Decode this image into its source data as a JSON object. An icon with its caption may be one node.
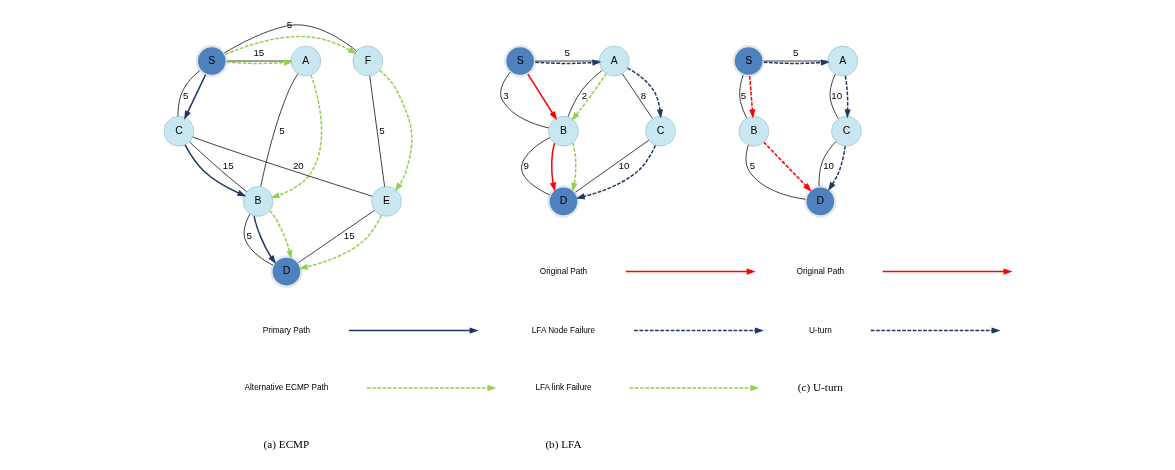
{
  "diagram": {
    "nodes": [
      {
        "text": [
          "A"
        ]
      },
      {
        "text": [
          "S"
        ]
      },
      {
        "text": [
          "F"
        ]
      },
      {
        "text": [
          "C"
        ]
      },
      {
        "text": [
          "B"
        ]
      },
      {
        "text": [
          "E"
        ]
      },
      {
        "text": [
          "D"
        ]
      },
      {
        "text": [
          "S"
        ]
      },
      {
        "text": [
          "A"
        ]
      },
      {
        "text": [
          "B"
        ]
      },
      {
        "text": [
          "C"
        ]
      },
      {
        "text": [
          "D"
        ]
      },
      {
        "text": [
          "S"
        ]
      },
      {
        "text": [
          "A"
        ]
      },
      {
        "text": [
          "B"
        ]
      },
      {
        "text": [
          "C"
        ]
      },
      {
        "text": [
          "D"
        ]
      }
    ],
    "edges": [
      {
        "from": 1,
        "to": 0,
        "arrow": "none",
        "label": "15"
      },
      {
        "from": 1,
        "to": 2,
        "arrow": "none",
        "label": "5"
      },
      {
        "from": 1,
        "to": 3,
        "arrow": "none",
        "label": "5"
      },
      {
        "from": 0,
        "to": 4,
        "arrow": "none",
        "label": "5"
      },
      {
        "from": 2,
        "to": 5,
        "arrow": "none",
        "label": "5"
      },
      {
        "from": 3,
        "to": 4,
        "arrow": "none",
        "label": "15"
      },
      {
        "from": 3,
        "to": 5,
        "arrow": "none",
        "label": "20"
      },
      {
        "from": 4,
        "to": 6,
        "arrow": "none",
        "label": "5"
      },
      {
        "from": 5,
        "to": 6,
        "arrow": "none",
        "label": "15"
      },
      {
        "from": 1,
        "to": 0,
        "arrow": "to",
        "style": "dashed",
        "color": "#92d050"
      },
      {
        "from": 1,
        "to": 2,
        "arrow": "to",
        "style": "dashed",
        "color": "#92d050"
      },
      {
        "from": 1,
        "to": 3,
        "arrow": "to",
        "color": "#1f3864"
      },
      {
        "from": 0,
        "to": 4,
        "arrow": "to",
        "style": "dashed",
        "color": "#92d050"
      },
      {
        "from": 2,
        "to": 5,
        "arrow": "to",
        "style": "dashed",
        "color": "#92d050"
      },
      {
        "from": 3,
        "to": 4,
        "arrow": "to",
        "color": "#1f3864"
      },
      {
        "from": 4,
        "to": 6,
        "arrow": "to",
        "color": "#1f3864"
      },
      {
        "from": 4,
        "to": 6,
        "arrow": "to",
        "style": "dashed",
        "color": "#92d050"
      },
      {
        "from": 5,
        "to": 6,
        "arrow": "to",
        "style": "dashed",
        "color": "#92d050"
      },
      {
        "from": 7,
        "to": 8,
        "arrow": "none",
        "label": "5"
      },
      {
        "from": 7,
        "to": 9,
        "arrow": "none",
        "label": "3"
      },
      {
        "from": 8,
        "to": 9,
        "arrow": "none",
        "label": "2"
      },
      {
        "from": 8,
        "to": 10,
        "arrow": "none",
        "label": "8"
      },
      {
        "from": 9,
        "to": 11,
        "arrow": "none",
        "label": "9"
      },
      {
        "from": 10,
        "to": 11,
        "arrow": "none",
        "label": "10"
      },
      {
        "from": 7,
        "to": 8,
        "arrow": "to",
        "style": "dashed",
        "color": "#1f3864"
      },
      {
        "from": 7,
        "to": 9,
        "arrow": "to",
        "color": "#ff0000"
      },
      {
        "from": 8,
        "to": 9,
        "arrow": "to",
        "style": "dashed",
        "color": "#92d050"
      },
      {
        "from": 8,
        "to": 10,
        "arrow": "to",
        "style": "dashed",
        "color": "#1f3864"
      },
      {
        "from": 9,
        "to": 11,
        "arrow": "to",
        "color": "#ff0000"
      },
      {
        "from": 9,
        "to": 11,
        "arrow": "to",
        "style": "dashed",
        "color": "#92d050"
      },
      {
        "from": 10,
        "to": 11,
        "arrow": "to",
        "style": "dashed",
        "color": "#1f3864"
      },
      {
        "from": 12,
        "to": 13,
        "arrow": "none",
        "label": "5"
      },
      {
        "from": 12,
        "to": 14,
        "arrow": "none",
        "label": "5"
      },
      {
        "from": 13,
        "to": 15,
        "arrow": "none",
        "label": "10"
      },
      {
        "from": 14,
        "to": 16,
        "arrow": "none",
        "label": "5"
      },
      {
        "from": 15,
        "to": 16,
        "arrow": "none",
        "label": "10"
      },
      {
        "from": 12,
        "to": 13,
        "arrow": "to",
        "style": "dashed",
        "color": "#1f3864"
      },
      {
        "from": 12,
        "to": 14,
        "arrow": "to",
        "style": "dashed",
        "color": "#ff0000"
      },
      {
        "from": 13,
        "to": 15,
        "arrow": "to",
        "style": "dashed",
        "color": "#1f3864"
      },
      {
        "from": 14,
        "to": 16,
        "arrow": "to",
        "style": "dashed",
        "color": "#ff0000"
      },
      {
        "from": 15,
        "to": 16,
        "arrow": "to",
        "style": "dashed",
        "color": "#1f3864"
      }
    ],
    "labels": [
      "(a) ECMP",
      "(b) LFA",
      "(c) U-turn"
    ],
    "legend": [
      {
        "text": "Primary Path"
      },
      {
        "text": "Alternative ECMP Path"
      },
      {
        "text": "Original Path"
      },
      {
        "text": "LFA Node Failure"
      },
      {
        "text": "LFA link Failure"
      },
      {
        "text": "Original Path"
      },
      {
        "text": "U-turn"
      }
    ]
  }
}
